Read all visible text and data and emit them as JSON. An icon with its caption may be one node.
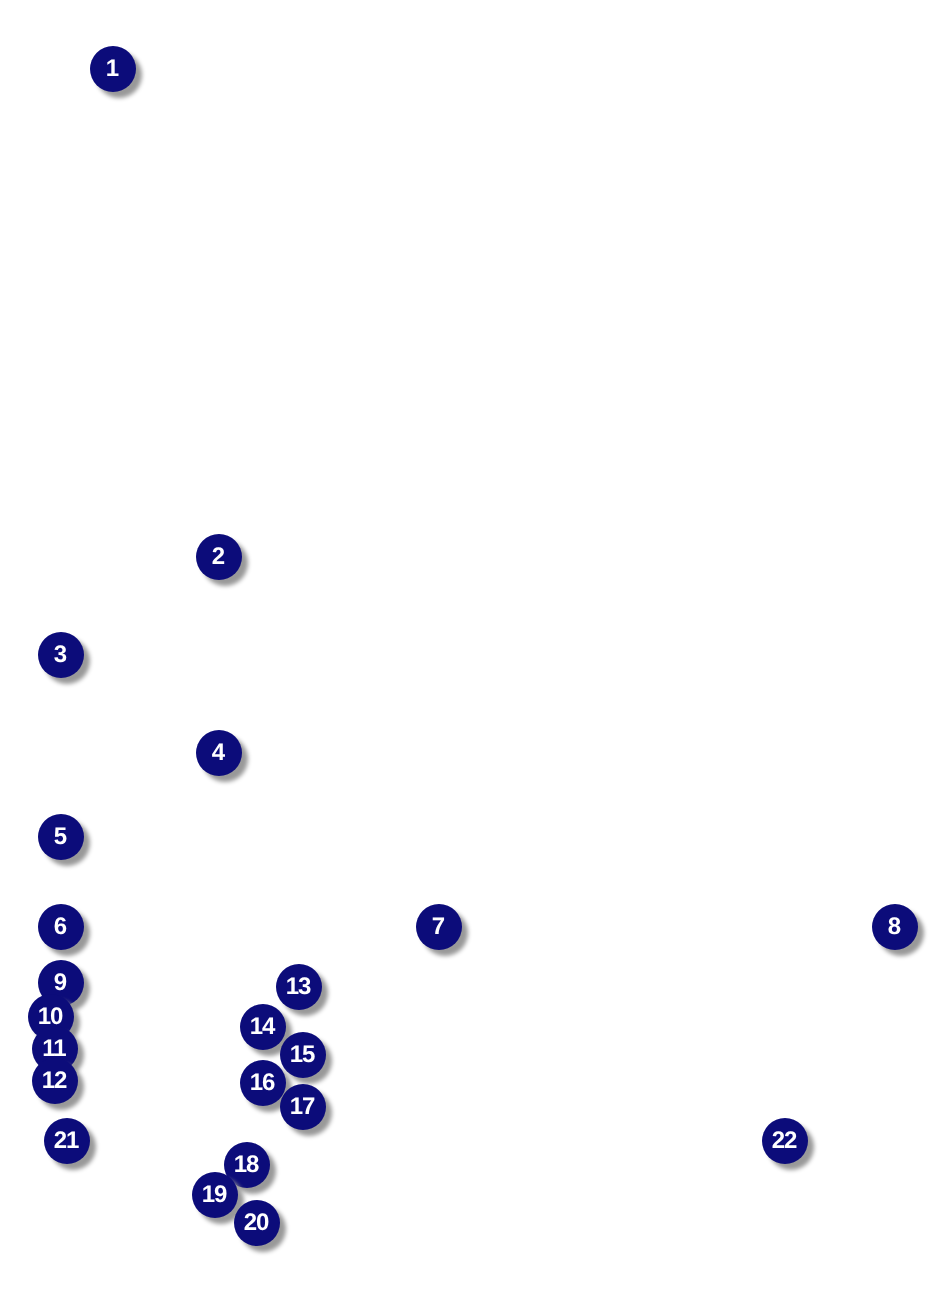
{
  "diagram": {
    "labels": [
      "1",
      "2",
      "3",
      "4",
      "5",
      "6",
      "7",
      "8",
      "9",
      "13",
      "10",
      "14",
      "11",
      "15",
      "12",
      "16",
      "17",
      "21",
      "22",
      "18",
      "19",
      "20"
    ]
  }
}
